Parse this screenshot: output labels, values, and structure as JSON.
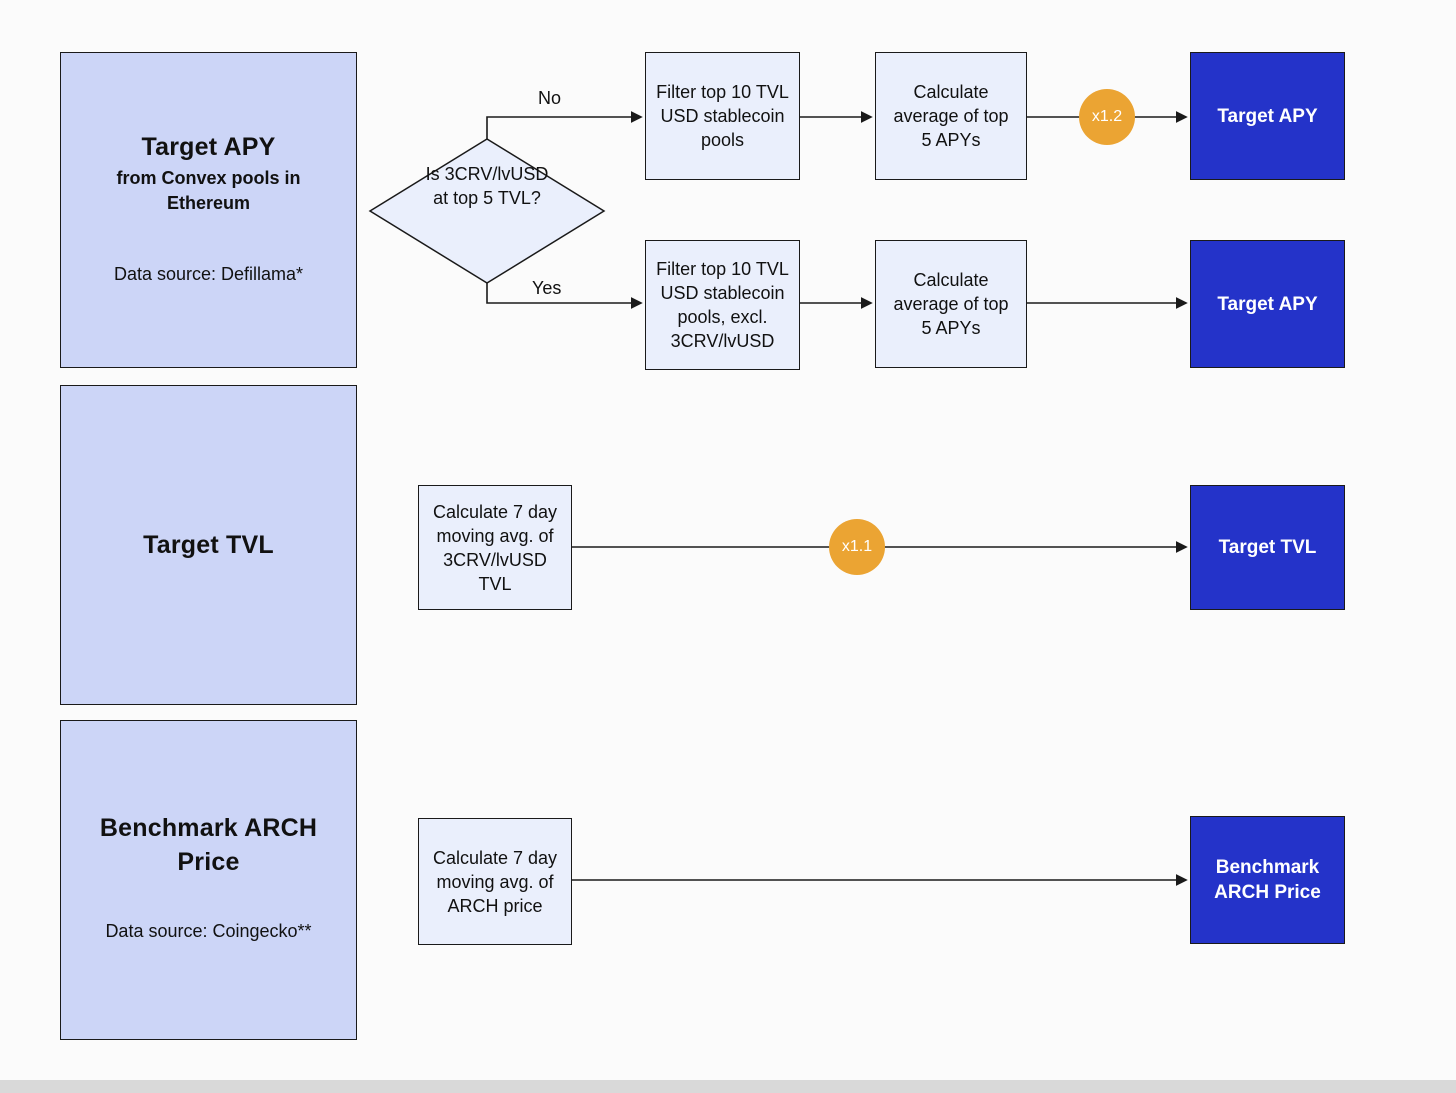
{
  "colors": {
    "bg": "#fbfbfb",
    "panel_fill": "#ccd5f7",
    "process_fill": "#eaeffc",
    "result_fill": "#2433c9",
    "badge_fill": "#eba433",
    "line": "#1a1a1a",
    "footer_bar": "#d9d9d9"
  },
  "panels": [
    {
      "title": "Target APY",
      "subtitle": "from Convex pools in Ethereum",
      "source": "Data source: Defillama*"
    },
    {
      "title": "Target TVL",
      "subtitle": "",
      "source": ""
    },
    {
      "title": "Benchmark ARCH Price",
      "subtitle": "",
      "source": "Data source: Coingecko**"
    }
  ],
  "apy_flow": {
    "decision": "Is 3CRV/lvUSD at top 5 TVL?",
    "branch_no": "No",
    "branch_yes": "Yes",
    "filter_no": "Filter top 10 TVL USD stablecoin pools",
    "filter_yes": "Filter top 10 TVL USD stablecoin pools, excl. 3CRV/lvUSD",
    "calc": "Calculate average of top 5 APYs",
    "multiplier": "x1.2",
    "result": "Target APY"
  },
  "tvl_flow": {
    "calc": "Calculate 7 day moving avg. of 3CRV/lvUSD TVL",
    "multiplier": "x1.1",
    "result": "Target TVL"
  },
  "arch_flow": {
    "calc": "Calculate 7 day moving avg. of ARCH price",
    "result": "Benchmark ARCH Price"
  }
}
